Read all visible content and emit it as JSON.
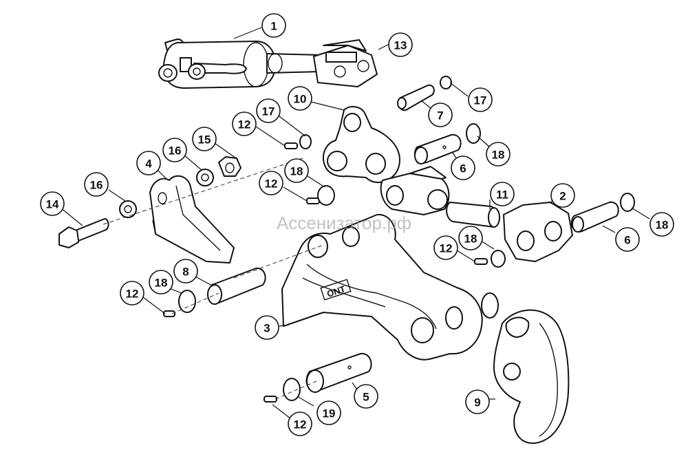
{
  "watermark": "Ассенизатор.рф",
  "logo": "ONT",
  "callouts": [
    {
      "id": "c1",
      "label": "1"
    },
    {
      "id": "c13",
      "label": "13"
    },
    {
      "id": "c17a",
      "label": "17"
    },
    {
      "id": "c10",
      "label": "10"
    },
    {
      "id": "c7",
      "label": "7"
    },
    {
      "id": "c12a",
      "label": "12"
    },
    {
      "id": "c17b",
      "label": "17"
    },
    {
      "id": "c15",
      "label": "15"
    },
    {
      "id": "c16a",
      "label": "16"
    },
    {
      "id": "c4",
      "label": "4"
    },
    {
      "id": "c18a",
      "label": "18"
    },
    {
      "id": "c6a",
      "label": "6"
    },
    {
      "id": "c14",
      "label": "14"
    },
    {
      "id": "c16b",
      "label": "16"
    },
    {
      "id": "c12b",
      "label": "12"
    },
    {
      "id": "c18b",
      "label": "18"
    },
    {
      "id": "c11",
      "label": "11"
    },
    {
      "id": "c2",
      "label": "2"
    },
    {
      "id": "c18c",
      "label": "18"
    },
    {
      "id": "c6b",
      "label": "6"
    },
    {
      "id": "c12c",
      "label": "12"
    },
    {
      "id": "c18d",
      "label": "18"
    },
    {
      "id": "c8",
      "label": "8"
    },
    {
      "id": "c12d",
      "label": "12"
    },
    {
      "id": "c18e",
      "label": "18"
    },
    {
      "id": "c3",
      "label": "3"
    },
    {
      "id": "c5",
      "label": "5"
    },
    {
      "id": "c9",
      "label": "9"
    },
    {
      "id": "c19",
      "label": "19"
    },
    {
      "id": "c12e",
      "label": "12"
    }
  ]
}
